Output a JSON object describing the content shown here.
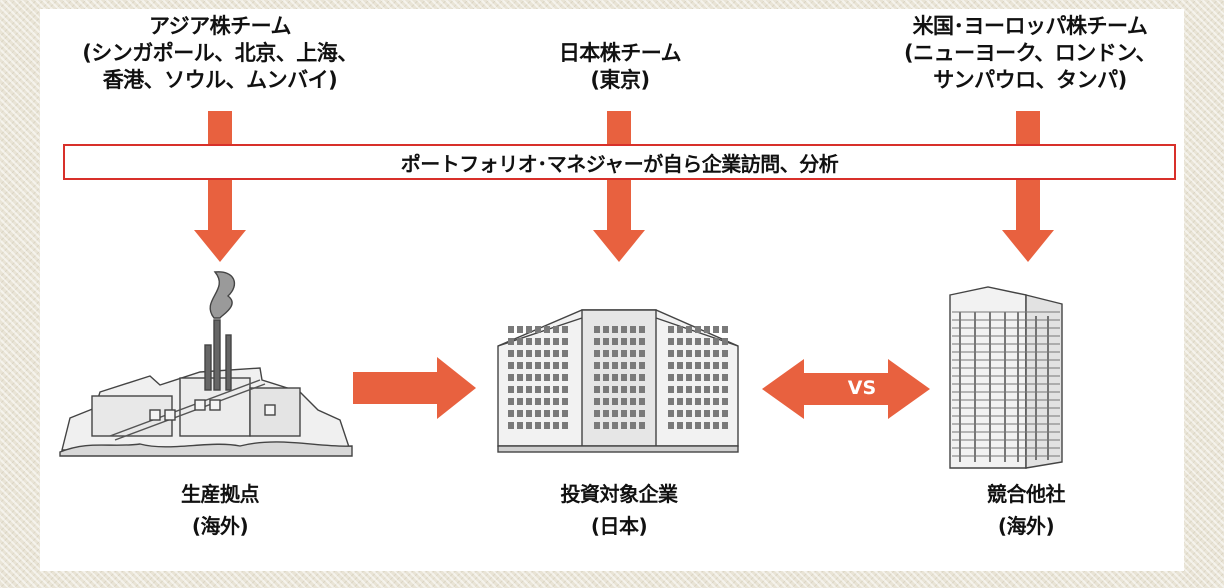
{
  "teams": {
    "asia": {
      "name": "アジア株チーム",
      "detail_line1": "(シンガポール、北京、上海、",
      "detail_line2": "香港、ソウル、ムンバイ)"
    },
    "japan": {
      "name": "日本株チーム",
      "detail_line1": "(東京)"
    },
    "us_europe": {
      "name": "米国･ヨーロッパ株チーム",
      "detail_line1": "(ニューヨーク、ロンドン、",
      "detail_line2": "サンパウロ、タンパ)"
    }
  },
  "banner": {
    "text": "ポートフォリオ･マネジャーが自ら企業訪問、分析"
  },
  "nodes": {
    "production": {
      "name": "生産拠点",
      "sub": "(海外)"
    },
    "target": {
      "name": "投資対象企業",
      "sub": "(日本)"
    },
    "competitor": {
      "name": "競合他社",
      "sub": "(海外)"
    }
  },
  "vs_label": "VS",
  "colors": {
    "accent": "#e8613f",
    "banner_border": "#d8302a",
    "background": "#e9e4d6",
    "panel": "#ffffff",
    "text": "#111111"
  },
  "icons": [
    "factory-icon",
    "office-building-icon",
    "tower-building-icon"
  ]
}
